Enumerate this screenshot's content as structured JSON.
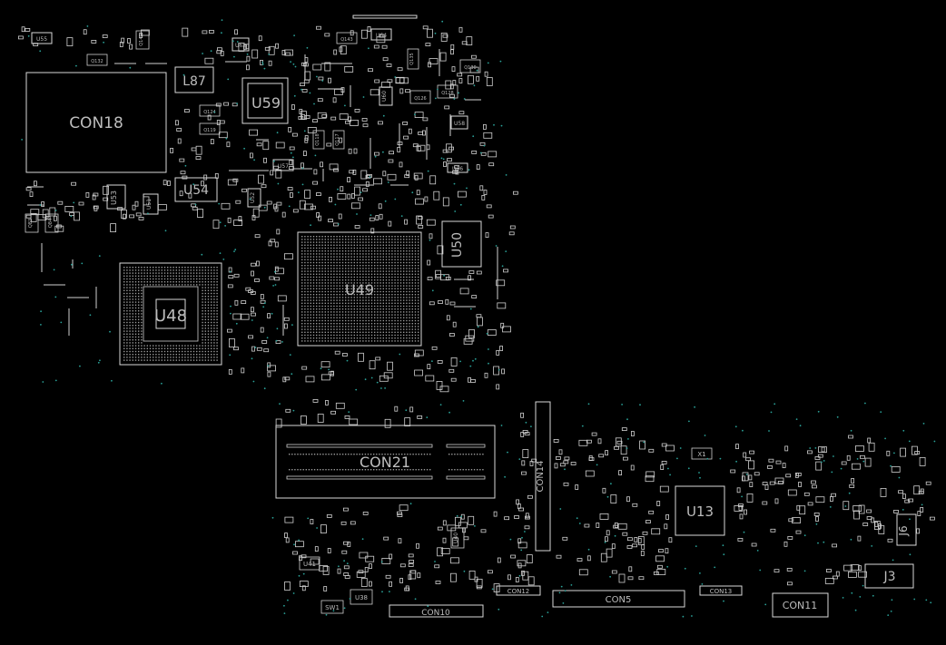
{
  "board": {
    "background": "#000000",
    "outline_color": "#d9d9d9",
    "label_color": "#bdbdbd",
    "via_color": "#2aa198"
  },
  "components": {
    "con18": "CON18",
    "l87": "L87",
    "u59": "U59",
    "u54": "U54",
    "u53": "U53",
    "u49": "U49",
    "u48": "U48",
    "u50": "U50",
    "con21": "CON21",
    "con14": "CON14",
    "u13": "U13",
    "x1": "X1",
    "j6": "J6",
    "j3": "J3",
    "con11": "CON11",
    "con10": "CON10",
    "con5": "CON5",
    "con12": "CON12",
    "con13": "CON13",
    "u41": "U41",
    "u38": "U38",
    "sw1": "SW1",
    "u64": "U64",
    "u57": "U57",
    "u58": "U58",
    "u56": "U56",
    "u55": "U55",
    "u62": "U62",
    "u60": "U60",
    "u51": "U51",
    "u52": "U52",
    "q132": "Q132",
    "q124": "Q124",
    "q119": "Q119",
    "q118": "Q118",
    "q117": "Q117",
    "q143": "Q143",
    "q140": "Q140",
    "q135": "Q135",
    "q130": "Q130",
    "q128": "Q128",
    "q126": "Q126",
    "q83": "Q83",
    "q84": "Q84",
    "u40": "U40"
  }
}
